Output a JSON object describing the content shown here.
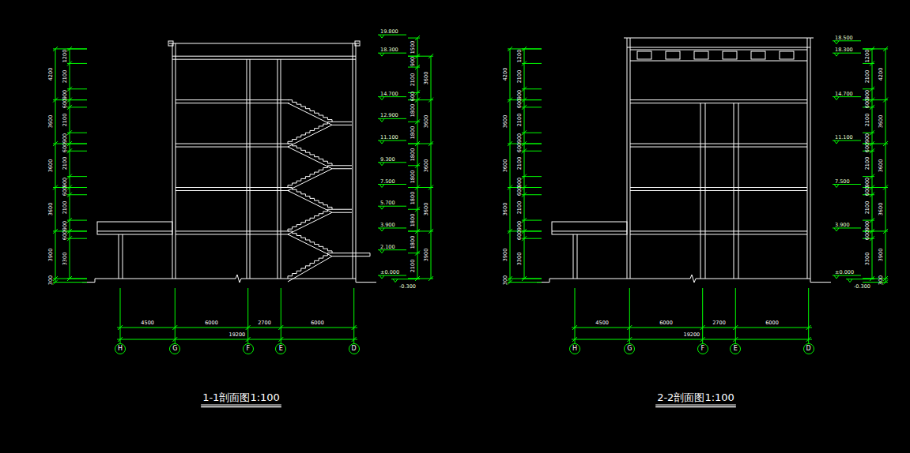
{
  "diagram": {
    "nodes": [
      {
        "text": [
          "H"
        ]
      },
      {
        "text": [
          "G"
        ]
      },
      {
        "text": [
          "F"
        ]
      },
      {
        "text": [
          "E"
        ]
      },
      {
        "text": [
          "D"
        ]
      },
      {
        "text": [
          "H"
        ]
      },
      {
        "text": [
          "G"
        ]
      },
      {
        "text": [
          "F"
        ]
      },
      {
        "text": [
          "E"
        ]
      },
      {
        "text": [
          "D"
        ]
      }
    ],
    "labels": [
      "1-1剖面图1:100",
      "4500",
      "6000",
      "2700",
      "6000",
      "19200",
      "4200",
      "3600",
      "3600",
      "3600",
      "3900",
      "300",
      "1200",
      "2100",
      "900",
      "600",
      "2100",
      "900",
      "600",
      "2100",
      "900",
      "600",
      "2100",
      "900",
      "600",
      "3300",
      "19.800",
      "18.300",
      "14.700",
      "12.900",
      "11.100",
      "9.300",
      "7.500",
      "5.700",
      "3.900",
      "2.100",
      "±0.000",
      "-0.300",
      "1500",
      "900",
      "2100",
      "600",
      "1800",
      "1800",
      "1800",
      "1800",
      "1800",
      "1800",
      "1800",
      "2100",
      "3600",
      "3600",
      "3600",
      "3600",
      "3900",
      "2-2剖面图1:100",
      "4500",
      "6000",
      "2700",
      "6000",
      "19200",
      "4200",
      "3600",
      "3600",
      "3600",
      "3900",
      "300",
      "1200",
      "2100",
      "900",
      "600",
      "2100",
      "900",
      "600",
      "2100",
      "900",
      "600",
      "2100",
      "900",
      "600",
      "3300",
      "18.500",
      "18.300",
      "14.700",
      "11.100",
      "7.500",
      "3.900",
      "±0.000",
      "-0.300",
      "1200",
      "2100",
      "900",
      "600",
      "2100",
      "900",
      "600",
      "2100",
      "900",
      "600",
      "2100",
      "900",
      "600",
      "3300",
      "4200",
      "3600",
      "3600",
      "3600",
      "3900",
      "300"
    ]
  }
}
